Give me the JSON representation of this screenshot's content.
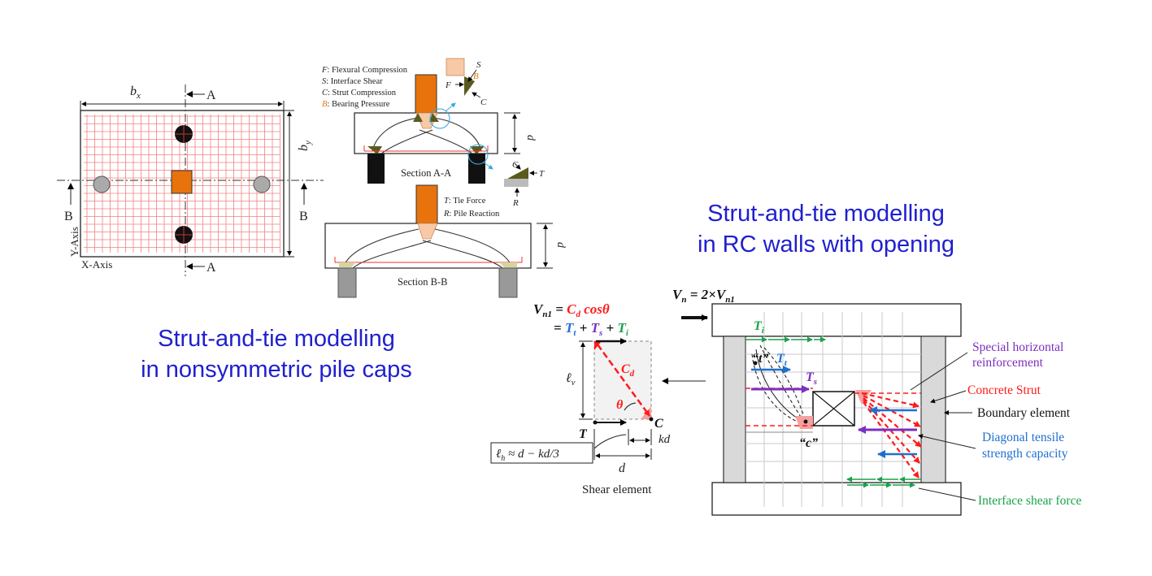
{
  "captions": {
    "pile_caps": [
      "Strut-and-tie modelling",
      "in nonsymmetric pile caps"
    ],
    "walls": [
      "Strut-and-tie modelling",
      "in RC walls with opening"
    ]
  },
  "plan": {
    "bx": "b",
    "bx_sub": "x",
    "by": "b",
    "by_sub": "y",
    "section_a": "A",
    "section_b": "B",
    "y_axis": "Y-Axis",
    "x_axis": "X-Axis"
  },
  "legend_a": [
    {
      "key": "F",
      "text": ": Flexural Compression"
    },
    {
      "key": "S",
      "text": ": Interface Shear"
    },
    {
      "key": "C",
      "text": ": Strut Compression"
    },
    {
      "key": "B",
      "text": ": Bearing Pressure"
    }
  ],
  "legend_b": [
    {
      "key": "T",
      "text": ": Tie Force"
    },
    {
      "key": "R",
      "text": ": Pile Reaction"
    }
  ],
  "sections": {
    "a_title": "Section A-A",
    "b_title": "Section B-B",
    "depth": "d",
    "node_top": {
      "s": "S",
      "f": "F",
      "b": "B",
      "c": "C"
    },
    "node_bottom": {
      "c": "C",
      "t": "T",
      "r": "R"
    }
  },
  "shear_element": {
    "eq1_lhs": "V",
    "eq1_lhs_sub": "n1",
    "eq1_eq": " = ",
    "eq1_rhs": "C",
    "eq1_rhs_sub": "d",
    "eq1_rhs_tail": " cosθ",
    "eq2_eq": "= ",
    "t_t": "T",
    "t_t_sub": "t",
    "plus1": " + ",
    "t_s": "T",
    "t_s_sub": "s",
    "plus2": " + ",
    "t_i": "T",
    "t_i_sub": "i",
    "cd": "C",
    "cd_sub": "d",
    "theta": "θ",
    "lv": "ℓ",
    "lv_sub": "v",
    "t_label": "T",
    "c_label": "C",
    "kd": "kd",
    "d": "d",
    "lh_formula": "ℓ",
    "lh_sub": "h",
    "lh_tail": " ≈ d − kd/3",
    "caption": "Shear element"
  },
  "wall": {
    "vn": "V",
    "vn_sub": "n",
    "vn_eq": " = 2×",
    "vn1": "V",
    "vn1_sub": "n1",
    "ti": "T",
    "ti_sub": "i",
    "tt": "T",
    "tt_sub": "t",
    "ts": "T",
    "ts_sub": "s",
    "node_t": "“t”",
    "node_c": "“c”",
    "labels": {
      "special_1": "Special horizontal",
      "special_2": "reinforcement",
      "concrete_strut": "Concrete Strut",
      "boundary": "Boundary element",
      "diag_1": "Diagonal tensile",
      "diag_2": "strength capacity",
      "interface": "Interface shear force"
    }
  },
  "colors": {
    "caption_blue": "#1f1fd0",
    "pier_orange": "#e8730c",
    "mesh_red": "#f08080",
    "strut_red": "#ff1a1a",
    "tie_green": "#17a34a",
    "purple": "#7b2fbf",
    "diag_blue": "#1f6fd0",
    "node_olive": "#5a5a1e"
  }
}
